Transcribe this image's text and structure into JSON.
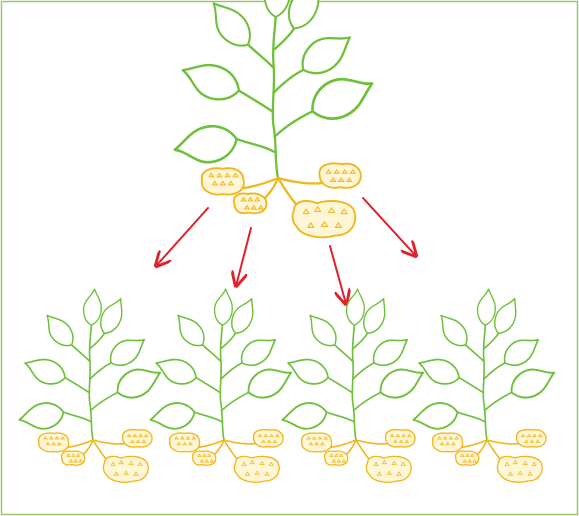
{
  "diagram": {
    "kind": "vegetative propagation illustration",
    "parent": {
      "name": "parent-plant",
      "icon": "potato-plant-icon",
      "tubers": 4
    },
    "arrows": {
      "count": 4,
      "color": "#e0202a"
    },
    "offspring": [
      {
        "name": "offspring-plant-1",
        "icon": "potato-plant-icon"
      },
      {
        "name": "offspring-plant-2",
        "icon": "potato-plant-icon"
      },
      {
        "name": "offspring-plant-3",
        "icon": "potato-plant-icon"
      },
      {
        "name": "offspring-plant-4",
        "icon": "potato-plant-icon"
      }
    ],
    "colors": {
      "border": "#9dc46a",
      "leaf_stroke": "#6ebf3a",
      "root_stroke": "#f2b51c",
      "tuber_stroke": "#f2b51c",
      "tuber_fill": "#fff6d6",
      "arrow": "#e0202a"
    }
  }
}
